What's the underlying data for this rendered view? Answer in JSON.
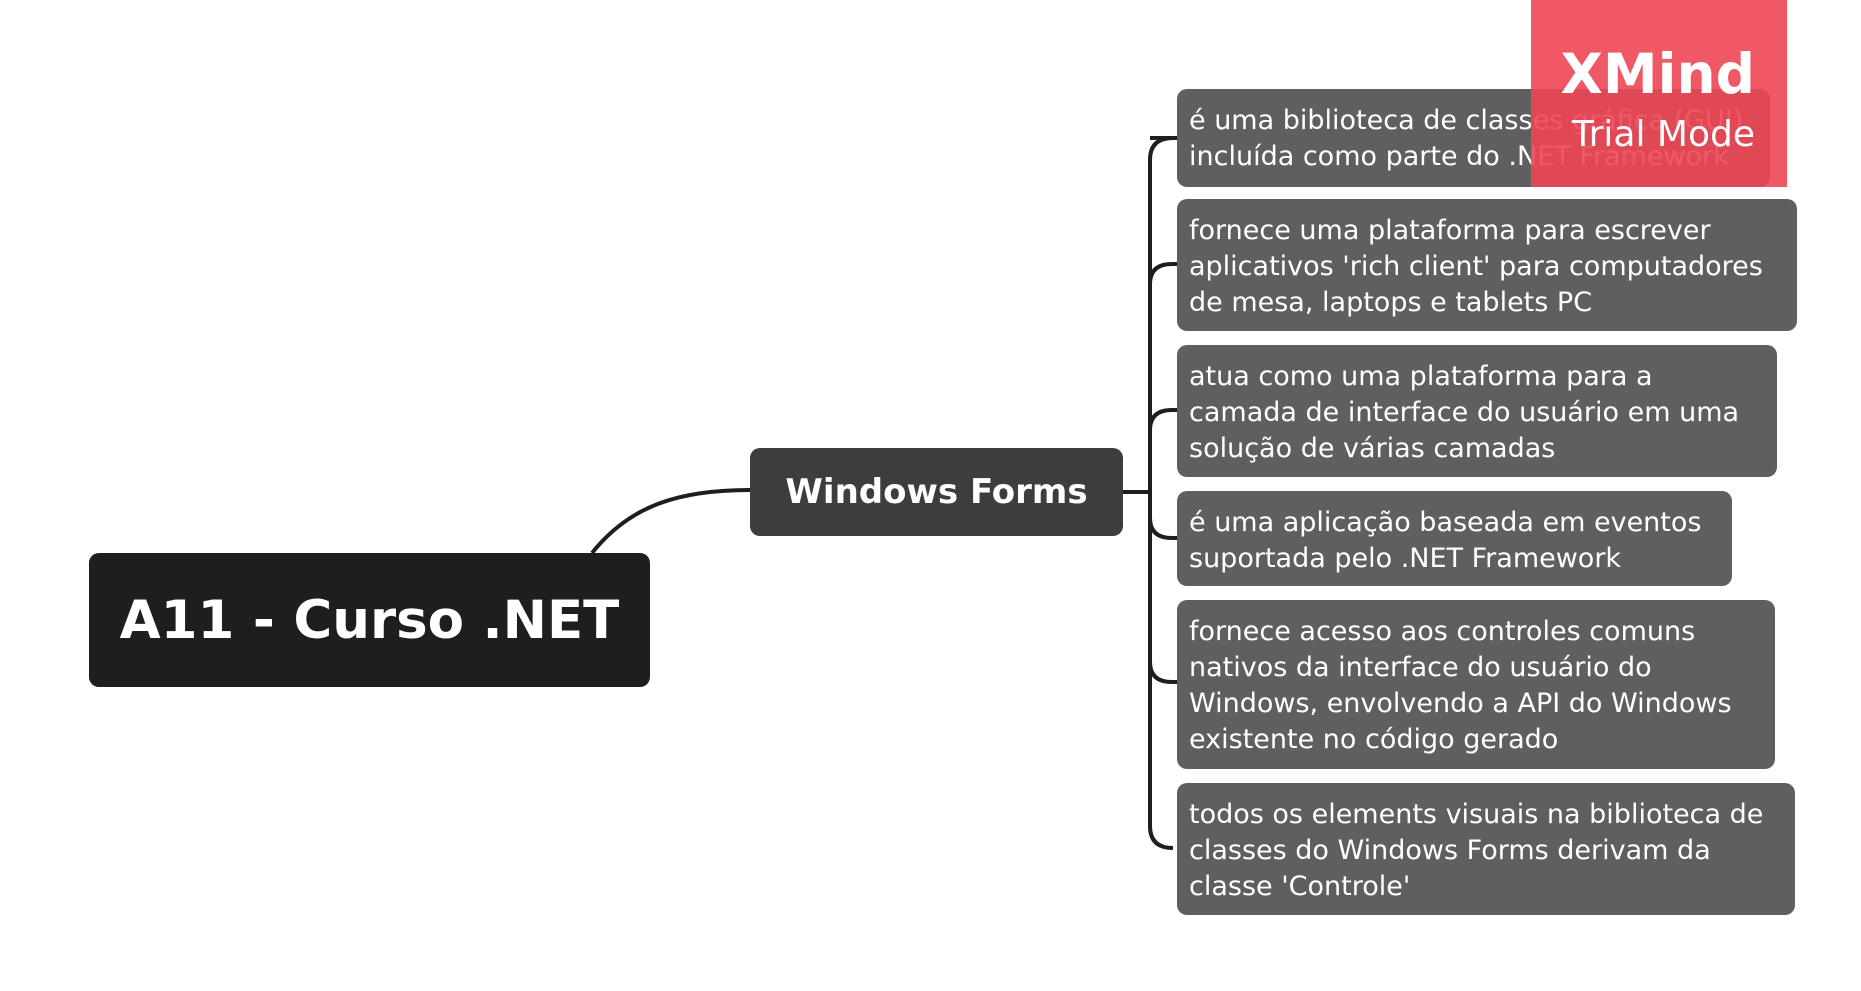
{
  "mindmap": {
    "root": "A11 - Curso .NET",
    "main_topic": "Windows Forms",
    "subtopics": [
      [
        "é uma biblioteca de classes gráfica (GUI)",
        "incluída como parte do .NET Framework"
      ],
      [
        "fornece uma plataforma para escrever",
        "aplicativos 'rich client' para computadores",
        "de mesa, laptops e tablets PC"
      ],
      [
        "atua como uma plataforma para a",
        "camada de interface do usuário em uma",
        "solução de várias camadas"
      ],
      [
        "é uma aplicação baseada em eventos",
        "suportada pelo .NET Framework"
      ],
      [
        "fornece acesso aos controles comuns",
        "nativos da interface do usuário do",
        "Windows, envolvendo a API do Windows",
        "existente no código gerado"
      ],
      [
        "todos os elements visuais na biblioteca de",
        "classes do Windows Forms derivam da",
        "classe 'Controle'"
      ]
    ]
  },
  "watermark": {
    "brand": "XMind",
    "mode": "Trial Mode"
  },
  "colors": {
    "root_bg": "#1e1e1f",
    "main_topic_bg": "#3d3d3f",
    "subtopic_bg": "#5f5f61",
    "connector": "#1e1e1f",
    "watermark_bg": "#ef4654"
  }
}
